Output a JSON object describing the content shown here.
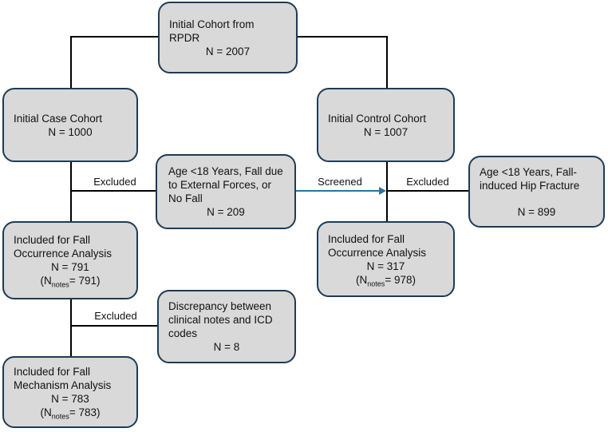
{
  "diagram": {
    "boxes": {
      "initial_cohort": {
        "title": "Initial Cohort from RPDR",
        "n": "N = 2007"
      },
      "case_cohort": {
        "title": "Initial Case Cohort",
        "n": "N = 1000"
      },
      "control_cohort": {
        "title": "Initial Control Cohort",
        "n": "N = 1007"
      },
      "case_exclusion": {
        "title": "Age <18 Years, Fall due to External Forces, or No Fall",
        "n": "N = 209"
      },
      "control_exclusion": {
        "title": "Age <18 Years, Fall-induced Hip Fracture",
        "n": "N = 899"
      },
      "case_occurrence": {
        "title": "Included for Fall Occurrence Analysis",
        "n": "N = 791",
        "n_notes_prefix": "(N",
        "n_notes_sub": "notes",
        "n_notes_suffix": "= 791)"
      },
      "control_occurrence": {
        "title": "Included for Fall Occurrence Analysis",
        "n": "N = 317",
        "n_notes_prefix": "(N",
        "n_notes_sub": "notes",
        "n_notes_suffix": "= 978)"
      },
      "notes_discrepancy": {
        "title": "Discrepancy between clinical notes and ICD codes",
        "n": "N = 8"
      },
      "case_mechanism": {
        "title": "Included for Fall Mechanism Analysis",
        "n": "N = 783",
        "n_notes_prefix": "(N",
        "n_notes_sub": "notes",
        "n_notes_suffix": "= 783)"
      }
    },
    "labels": {
      "excluded_case": "Excluded",
      "screened": "Screened",
      "excluded_control": "Excluded",
      "excluded_notes": "Excluded"
    },
    "colors": {
      "box_fill": "#d9d9d9",
      "box_border": "#1f3b54",
      "connector": "#000000",
      "screened_arrow": "#2d72a0"
    }
  }
}
